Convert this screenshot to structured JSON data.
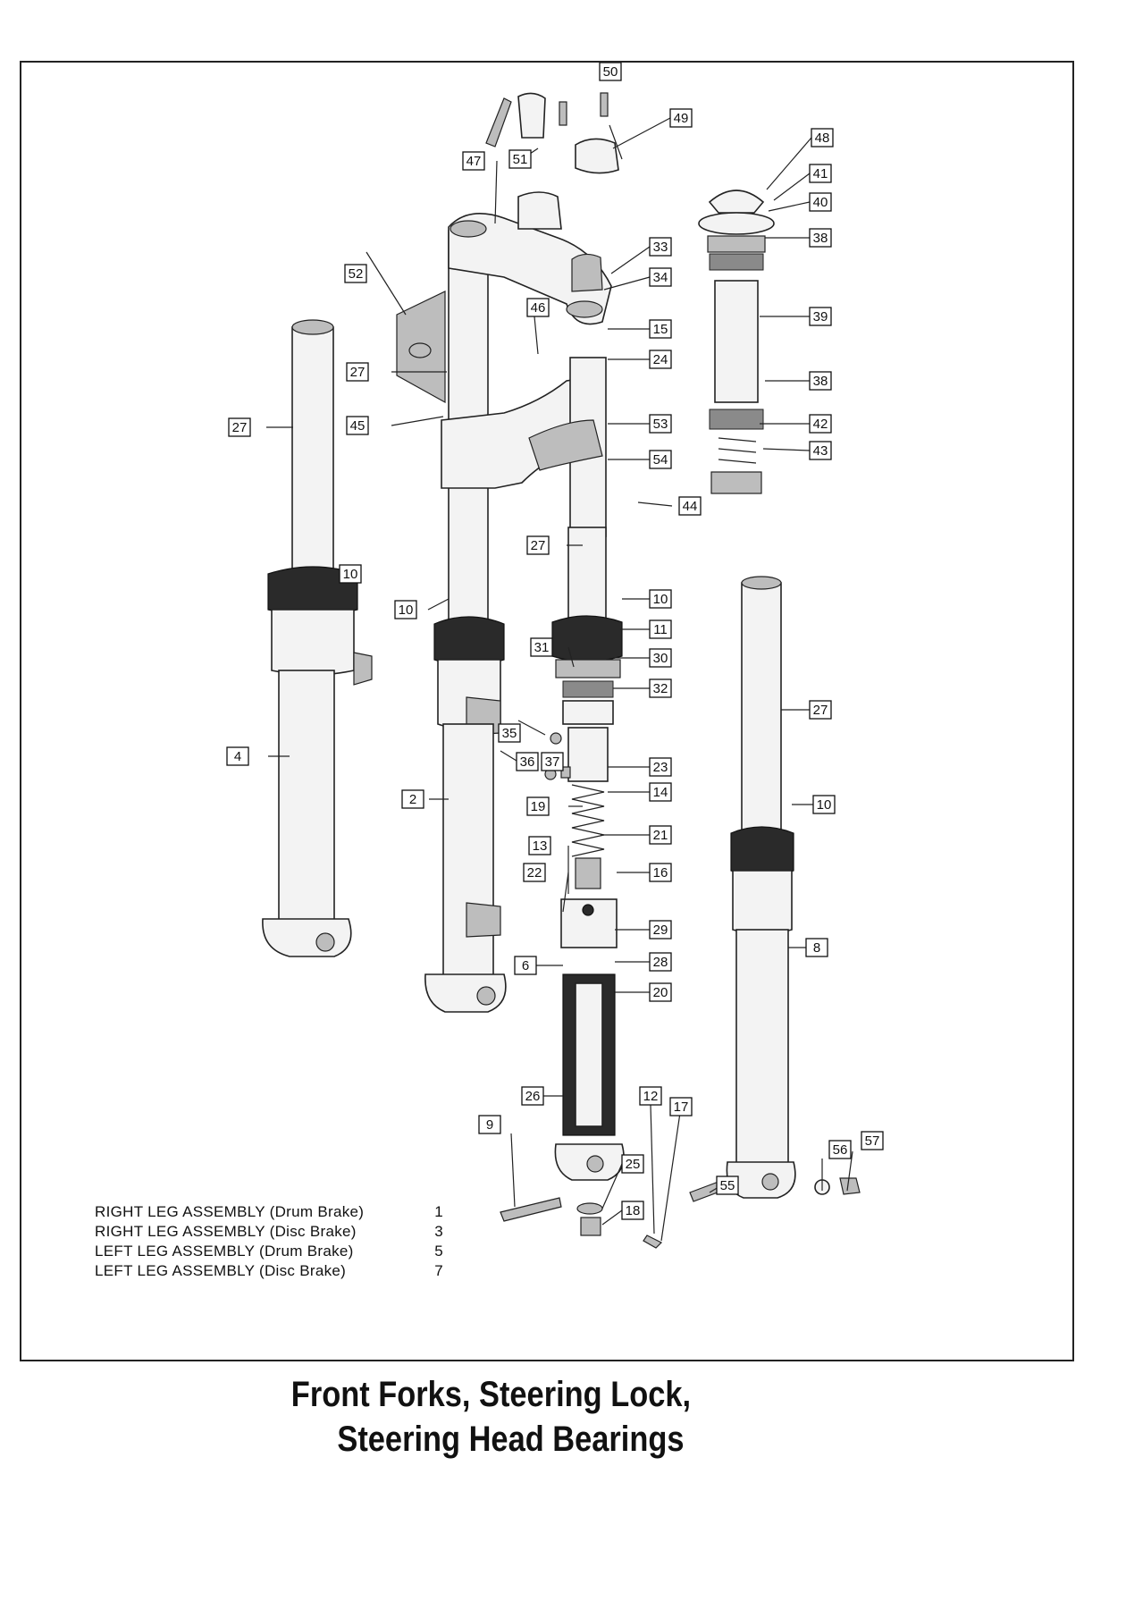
{
  "title": {
    "line1": "Front Forks, Steering Lock,",
    "line2": "Steering Head Bearings"
  },
  "legend": [
    {
      "label": "RIGHT  LEG  ASSEMBLY (Drum Brake)",
      "number": "1"
    },
    {
      "label": "RIGHT  LEG  ASSEMBLY (Disc  Brake)",
      "number": "3"
    },
    {
      "label": "LEFT  LEG  ASSEMBLY (Drum  Brake)",
      "number": "5"
    },
    {
      "label": "LEFT  LEG  ASSEMBLY (Disc  Brake)",
      "number": "7"
    }
  ],
  "callouts": [
    "50",
    "49",
    "51",
    "47",
    "48",
    "41",
    "40",
    "38",
    "33",
    "34",
    "52",
    "46",
    "15",
    "24",
    "39",
    "27",
    "27",
    "45",
    "38",
    "53",
    "42",
    "43",
    "54",
    "44",
    "10",
    "27",
    "10",
    "10",
    "11",
    "31",
    "30",
    "32",
    "35",
    "36",
    "37",
    "27",
    "4",
    "23",
    "14",
    "2",
    "19",
    "10",
    "21",
    "13",
    "22",
    "16",
    "29",
    "8",
    "28",
    "6",
    "20",
    "12",
    "26",
    "17",
    "9",
    "25",
    "55",
    "56",
    "57",
    "18"
  ]
}
